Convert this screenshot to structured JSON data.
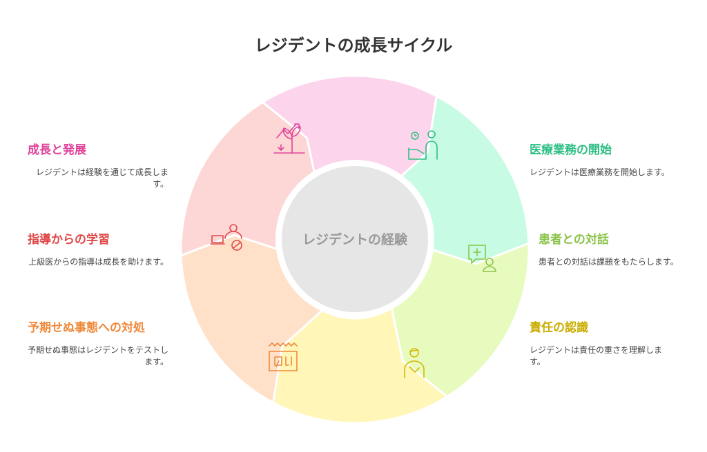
{
  "title": "レジデントの成長サイクル",
  "center_label": "レジデントの経験",
  "stages": [
    {
      "id": "start",
      "heading": "医療業務の開始",
      "description": "レジデントは医療業務を開始します。",
      "fill": "#c7fbe4",
      "accent": "#2fbf83",
      "icon": "doctor-patient-icon"
    },
    {
      "id": "dialogue",
      "heading": "患者との対話",
      "description": "患者との対話は課題をもたらします。",
      "fill": "#e8fbbf",
      "accent": "#8bc34a",
      "icon": "medical-chat-icon"
    },
    {
      "id": "responsibility",
      "heading": "責任の認識",
      "description": "レジデントは責任の重さを理解します。",
      "fill": "#fff6b8",
      "accent": "#d4b800",
      "icon": "injured-person-icon"
    },
    {
      "id": "unexpected",
      "heading": "予期せぬ事態への対処",
      "description": "予期せぬ事態はレジデントをテストします。",
      "fill": "#ffe1c9",
      "accent": "#f0883a",
      "icon": "alarm-sign-icon"
    },
    {
      "id": "guidance",
      "heading": "指導からの学習",
      "description": "上級医からの指導は成長を助けます。",
      "fill": "#fdd7d5",
      "accent": "#e04848",
      "icon": "mentor-laptop-icon"
    },
    {
      "id": "growth",
      "heading": "成長と発展",
      "description": "レジデントは経験を通じて成長します。",
      "fill": "#fcd4ec",
      "accent": "#e0439b",
      "icon": "growing-plant-icon"
    }
  ]
}
